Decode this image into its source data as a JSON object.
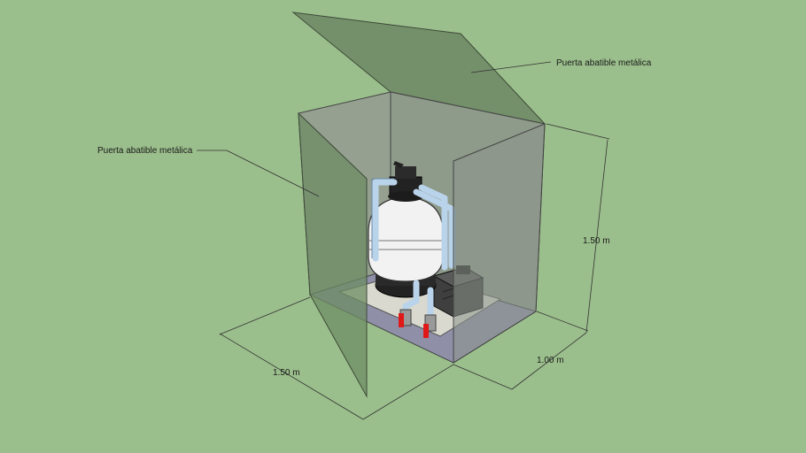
{
  "labels": {
    "door_top": "Puerta abatible metálica",
    "door_left": "Puerta abatible metálica",
    "height": "1.50 m",
    "width_front": "1.50 m",
    "depth": "1.00 m"
  },
  "colors": {
    "background": "#9bbf8c",
    "enclosure": "#8f9a8b",
    "floor": "#8e8fa6",
    "tank": "#f2f2f2",
    "pump": "#4a4a4a",
    "pipe": "#b9d3ea",
    "valve": "#e01818"
  }
}
